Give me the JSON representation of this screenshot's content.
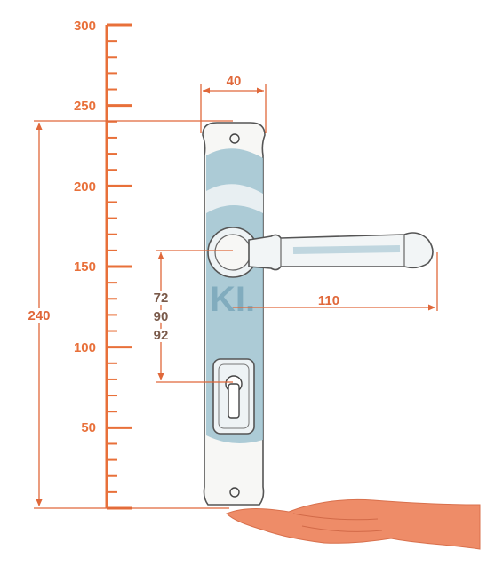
{
  "colors": {
    "accent": "#e8703a",
    "dimension": "#e0683a",
    "plate_fill": "#9fc3d0",
    "metal_outline": "#555555",
    "hand": "#ee8c68",
    "muted_text": "#7a5a4a"
  },
  "ruler": {
    "labels": [
      "300",
      "250",
      "200",
      "150",
      "100",
      "50"
    ]
  },
  "dimensions": {
    "plate_width": "40",
    "plate_height": "240",
    "lever_length": "110",
    "backsets": [
      "72",
      "90",
      "92"
    ]
  },
  "icons": {
    "hand": "hand-icon",
    "watermark": "ki-watermark-icon"
  }
}
